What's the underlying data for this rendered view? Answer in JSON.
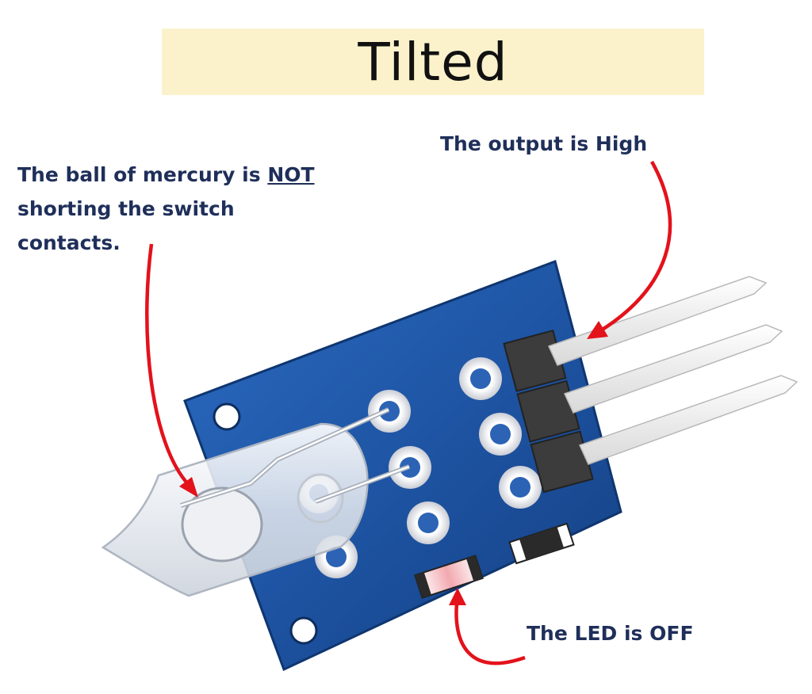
{
  "title": "Tilted",
  "labels": {
    "mercury_line1_pre": "The ball of mercury is ",
    "mercury_line1_emph": "NOT",
    "mercury_line2": "shorting the switch",
    "mercury_line3": "contacts.",
    "output": "The output is High",
    "led": "The LED is OFF"
  },
  "colors": {
    "banner": "#fbf2cc",
    "label_text": "#1f2f5a",
    "pcb": "#1f55a5",
    "arrow": "#e3121b",
    "header": "#3a3a3a",
    "led_pink": "#f2b6bb"
  }
}
